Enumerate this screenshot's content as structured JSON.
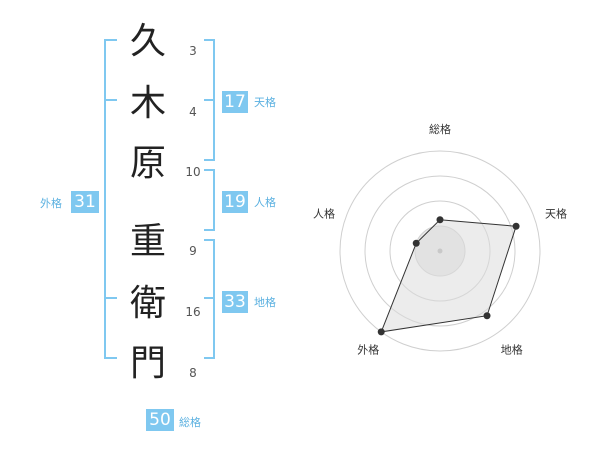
{
  "name_chars": [
    {
      "char": "久",
      "strokes": "3"
    },
    {
      "char": "木",
      "strokes": "4"
    },
    {
      "char": "原",
      "strokes": "10"
    },
    {
      "char": "重",
      "strokes": "9"
    },
    {
      "char": "衛",
      "strokes": "16"
    },
    {
      "char": "門",
      "strokes": "8"
    }
  ],
  "fortunes": {
    "tenkaku": {
      "value": "17",
      "label": "天格"
    },
    "jinkaku": {
      "value": "19",
      "label": "人格"
    },
    "chikaku": {
      "value": "33",
      "label": "地格"
    },
    "gaikaku": {
      "value": "31",
      "label": "外格"
    },
    "soukaku": {
      "value": "50",
      "label": "総格"
    }
  },
  "colors": {
    "accent": "#7fc8f0",
    "bracket": "#7fc8f0",
    "radar_fill": "#eeeeee",
    "radar_line": "#333333"
  },
  "chart_data": {
    "type": "radar",
    "axes": [
      "総格",
      "天格",
      "地格",
      "外格",
      "人格"
    ],
    "levels": 4,
    "max": 4,
    "values": [
      1.25,
      3.2,
      3.2,
      4.0,
      1.0
    ]
  }
}
